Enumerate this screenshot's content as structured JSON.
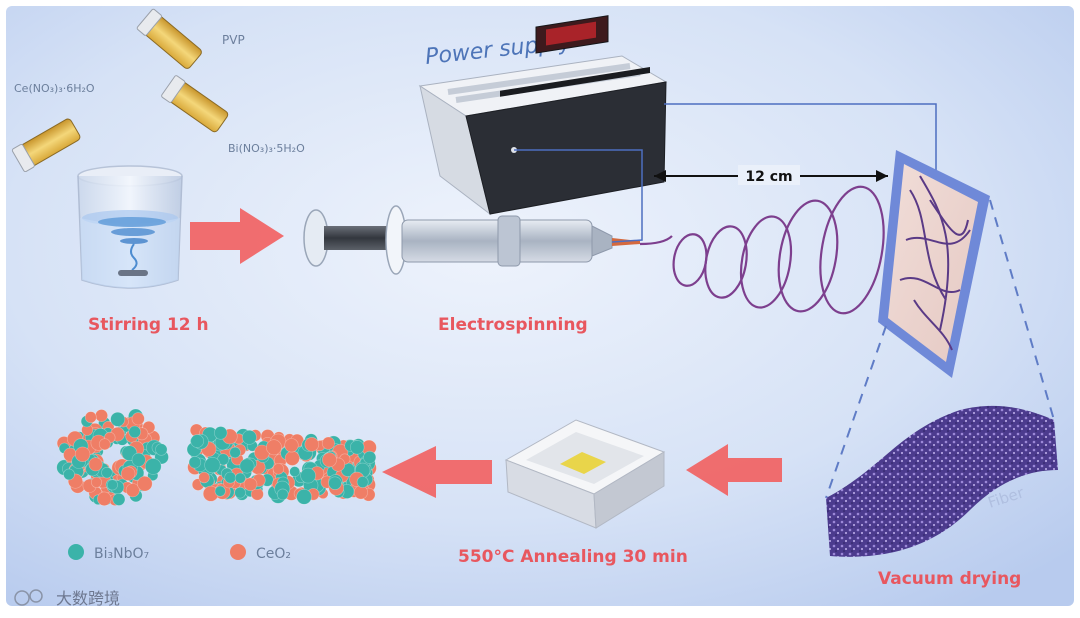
{
  "labels": {
    "power_supply": "Power supply",
    "pvp": "PVP",
    "ce_nitrate": "Ce(NO₃)₃·6H₂O",
    "bi_nitrate": "Bi(NO₃)₃·5H₂O",
    "distance": "12 cm",
    "stirring": "Stirring 12 h",
    "electrospinning": "Electrospinning",
    "fiber": "Fiber",
    "vacuum_drying": "Vacuum drying",
    "annealing": "550°C Annealing 30 min",
    "legend_bi": "Bi₃NbO₇",
    "legend_ce": "CeO₂",
    "watermark": "大数跨境"
  },
  "colors": {
    "background_center": "#e8effb",
    "background_edge": "#bccfee",
    "label_red": "#e8575f",
    "arrow_red": "#f25f5f",
    "fiber_purple": "#5a4598",
    "particle_teal": "#3bb3a9",
    "particle_salmon": "#ef7e66",
    "wire_blue": "#4d6ec0",
    "collector_blue": "#6f89d8"
  }
}
